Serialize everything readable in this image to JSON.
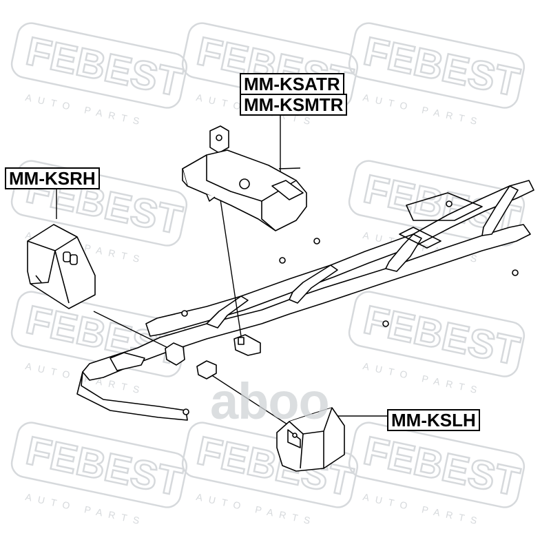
{
  "watermark": {
    "brand": "FEBEST",
    "tagline": "AUTO PARTS",
    "center_logo": "aboo"
  },
  "callouts": {
    "transmission_mount_at": "MM-KSATR",
    "transmission_mount_mt": "MM-KSMTR",
    "engine_mount_right": "MM-KSRH",
    "engine_mount_left": "MM-KSLH"
  },
  "colors": {
    "line": "#000000",
    "watermark": "#d6d9dc",
    "background": "#ffffff"
  }
}
